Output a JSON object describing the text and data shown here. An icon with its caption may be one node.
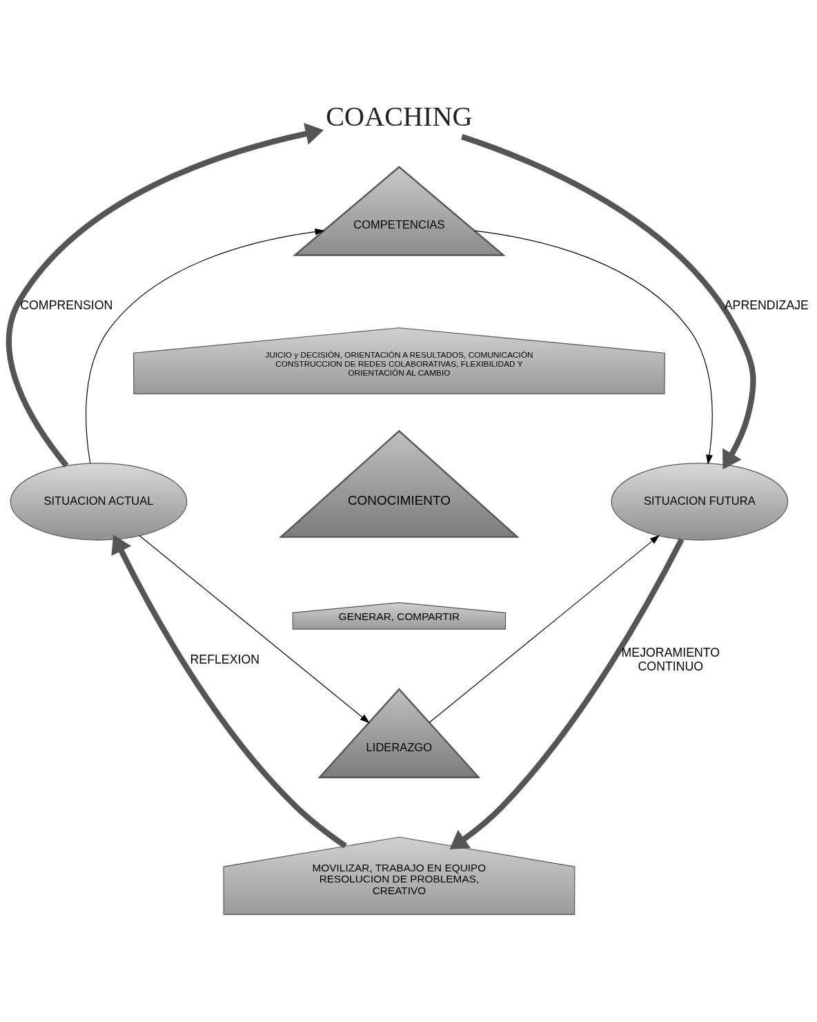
{
  "diagram": {
    "nodes": [
      {
        "text": [
          "COACHING"
        ]
      },
      {
        "text": [
          "COMPETENCIAS"
        ]
      },
      {
        "text": [
          "JUICIO y DECISIÓN, ORIENTACIÓN A RESULTADOS, COMUNICACIÓN CONSTRUCCION DE REDES COLABORATIVAS, FLEXIBILIDAD Y ORIENTACIÓN AL CAMBIO"
        ]
      },
      {
        "text": [
          "SITUACION ACTUAL"
        ]
      },
      {
        "text": [
          "CONOCIMIENTO"
        ]
      },
      {
        "text": [
          "SITUACION FUTURA"
        ]
      },
      {
        "text": [
          "GENERAR, COMPARTIR"
        ]
      },
      {
        "text": [
          "LIDERAZGO"
        ]
      },
      {
        "text": [
          "MOVILIZAR, TRABAJO EN EQUIPO RESOLUCION DE PROBLEMAS, CREATIVO"
        ]
      }
    ],
    "edges": [
      {
        "from": 3,
        "to": 0,
        "arrow": "to",
        "label": "COMPRENSION",
        "style": "thick",
        "color": "#555555"
      },
      {
        "from": 0,
        "to": 5,
        "arrow": "to",
        "label": "APRENDIZAJE",
        "style": "thick",
        "color": "#555555"
      },
      {
        "from": 5,
        "to": 8,
        "arrow": "to",
        "label": "MEJORAMIENTO CONTINUO",
        "style": "thick",
        "color": "#555555"
      },
      {
        "from": 8,
        "to": 3,
        "arrow": "to",
        "label": "REFLEXION",
        "style": "thick",
        "color": "#555555"
      },
      {
        "from": 3,
        "to": 1,
        "arrow": "to"
      },
      {
        "from": 1,
        "to": 5,
        "arrow": "to"
      },
      {
        "from": 3,
        "to": 7,
        "arrow": "to"
      },
      {
        "from": 7,
        "to": 5,
        "arrow": "to"
      }
    ]
  }
}
